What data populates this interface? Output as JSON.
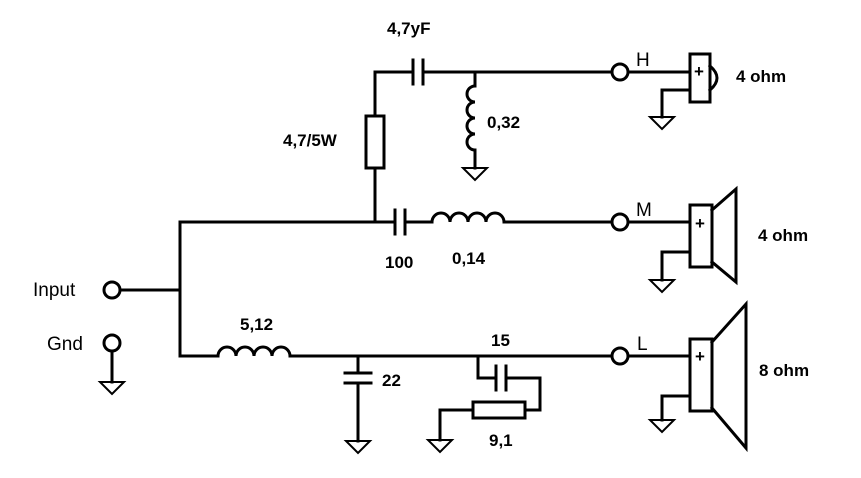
{
  "labels": {
    "cap_tweeter": "4,7yF",
    "res_tweeter": "4,7/5W",
    "ind_tweeter": "0,32",
    "cap_mid": "100",
    "ind_mid": "0,14",
    "ind_low": "5,12",
    "cap_low_shunt": "22",
    "cap_low_zobel": "15",
    "res_low_zobel": "9,1",
    "input": "Input",
    "gnd": "Gnd",
    "out_h": "H",
    "out_m": "M",
    "out_l": "L",
    "imp_h": "4 ohm",
    "imp_m": "4 ohm",
    "imp_l": "8 ohm",
    "plus": "+"
  }
}
